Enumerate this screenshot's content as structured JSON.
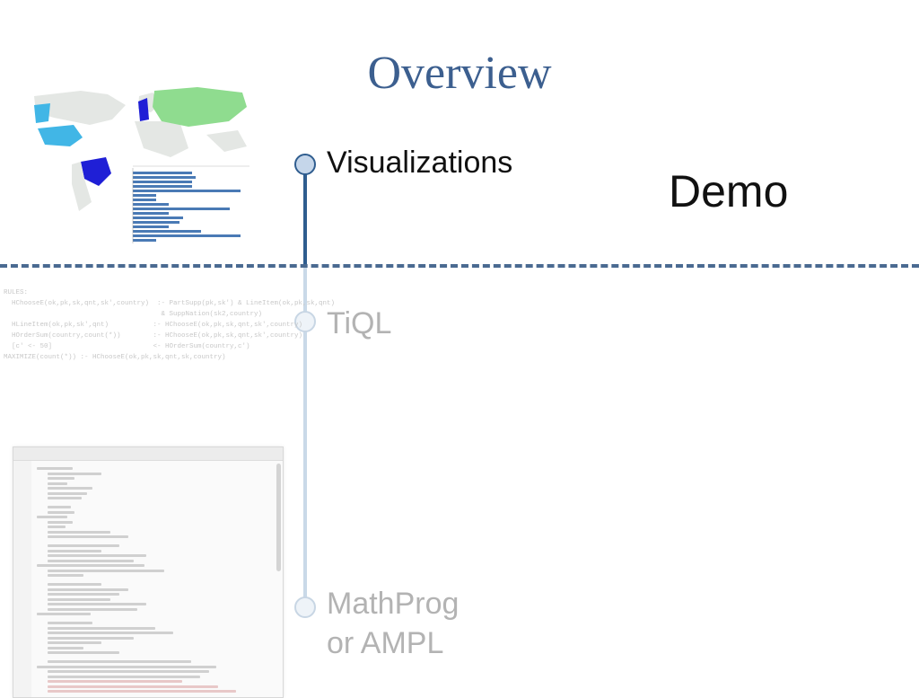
{
  "slide": {
    "title": "Overview",
    "demo_label": "Demo"
  },
  "timeline": [
    {
      "label": "Visualizations",
      "state": "active"
    },
    {
      "label": "TiQL",
      "state": "inactive"
    },
    {
      "label_lines": [
        "MathProg",
        "or AMPL"
      ],
      "state": "inactive"
    }
  ],
  "rules_text": "RULES:\n  HChooseE(ok,pk,sk,qnt,sk',country)  :- PartSupp(pk,sk') & LineItem(ok,pk,sk,qnt)\n                                       & SuppNation(sk2,country)\n  HLineItem(ok,pk,sk',qnt)           :- HChooseE(ok,pk,sk,qnt,sk',country)\n  HOrderSum(country,count(*))        :- HChooseE(ok,pk,sk,qnt,sk',country)\n  [c' <- 50]                         <- HOrderSum(country,c')\nMAXIMIZE(count(*)) :- HChooseE(ok,pk,sk,qnt,sk,country)",
  "colors": {
    "title": "#3c5f8f",
    "timeline_active": "#2f5d8f",
    "timeline_inactive": "#c9d9e8",
    "dashed_line": "#4a6a91",
    "map_green": "#8fdc8f",
    "map_cyan": "#41b6e6",
    "map_blue": "#1f1fd6",
    "bar_blue": "#4a7ab5"
  },
  "icons": {
    "world_map": "world-map-thumbnail",
    "bar_chart": "bar-chart-thumbnail",
    "editor": "code-editor-thumbnail"
  }
}
